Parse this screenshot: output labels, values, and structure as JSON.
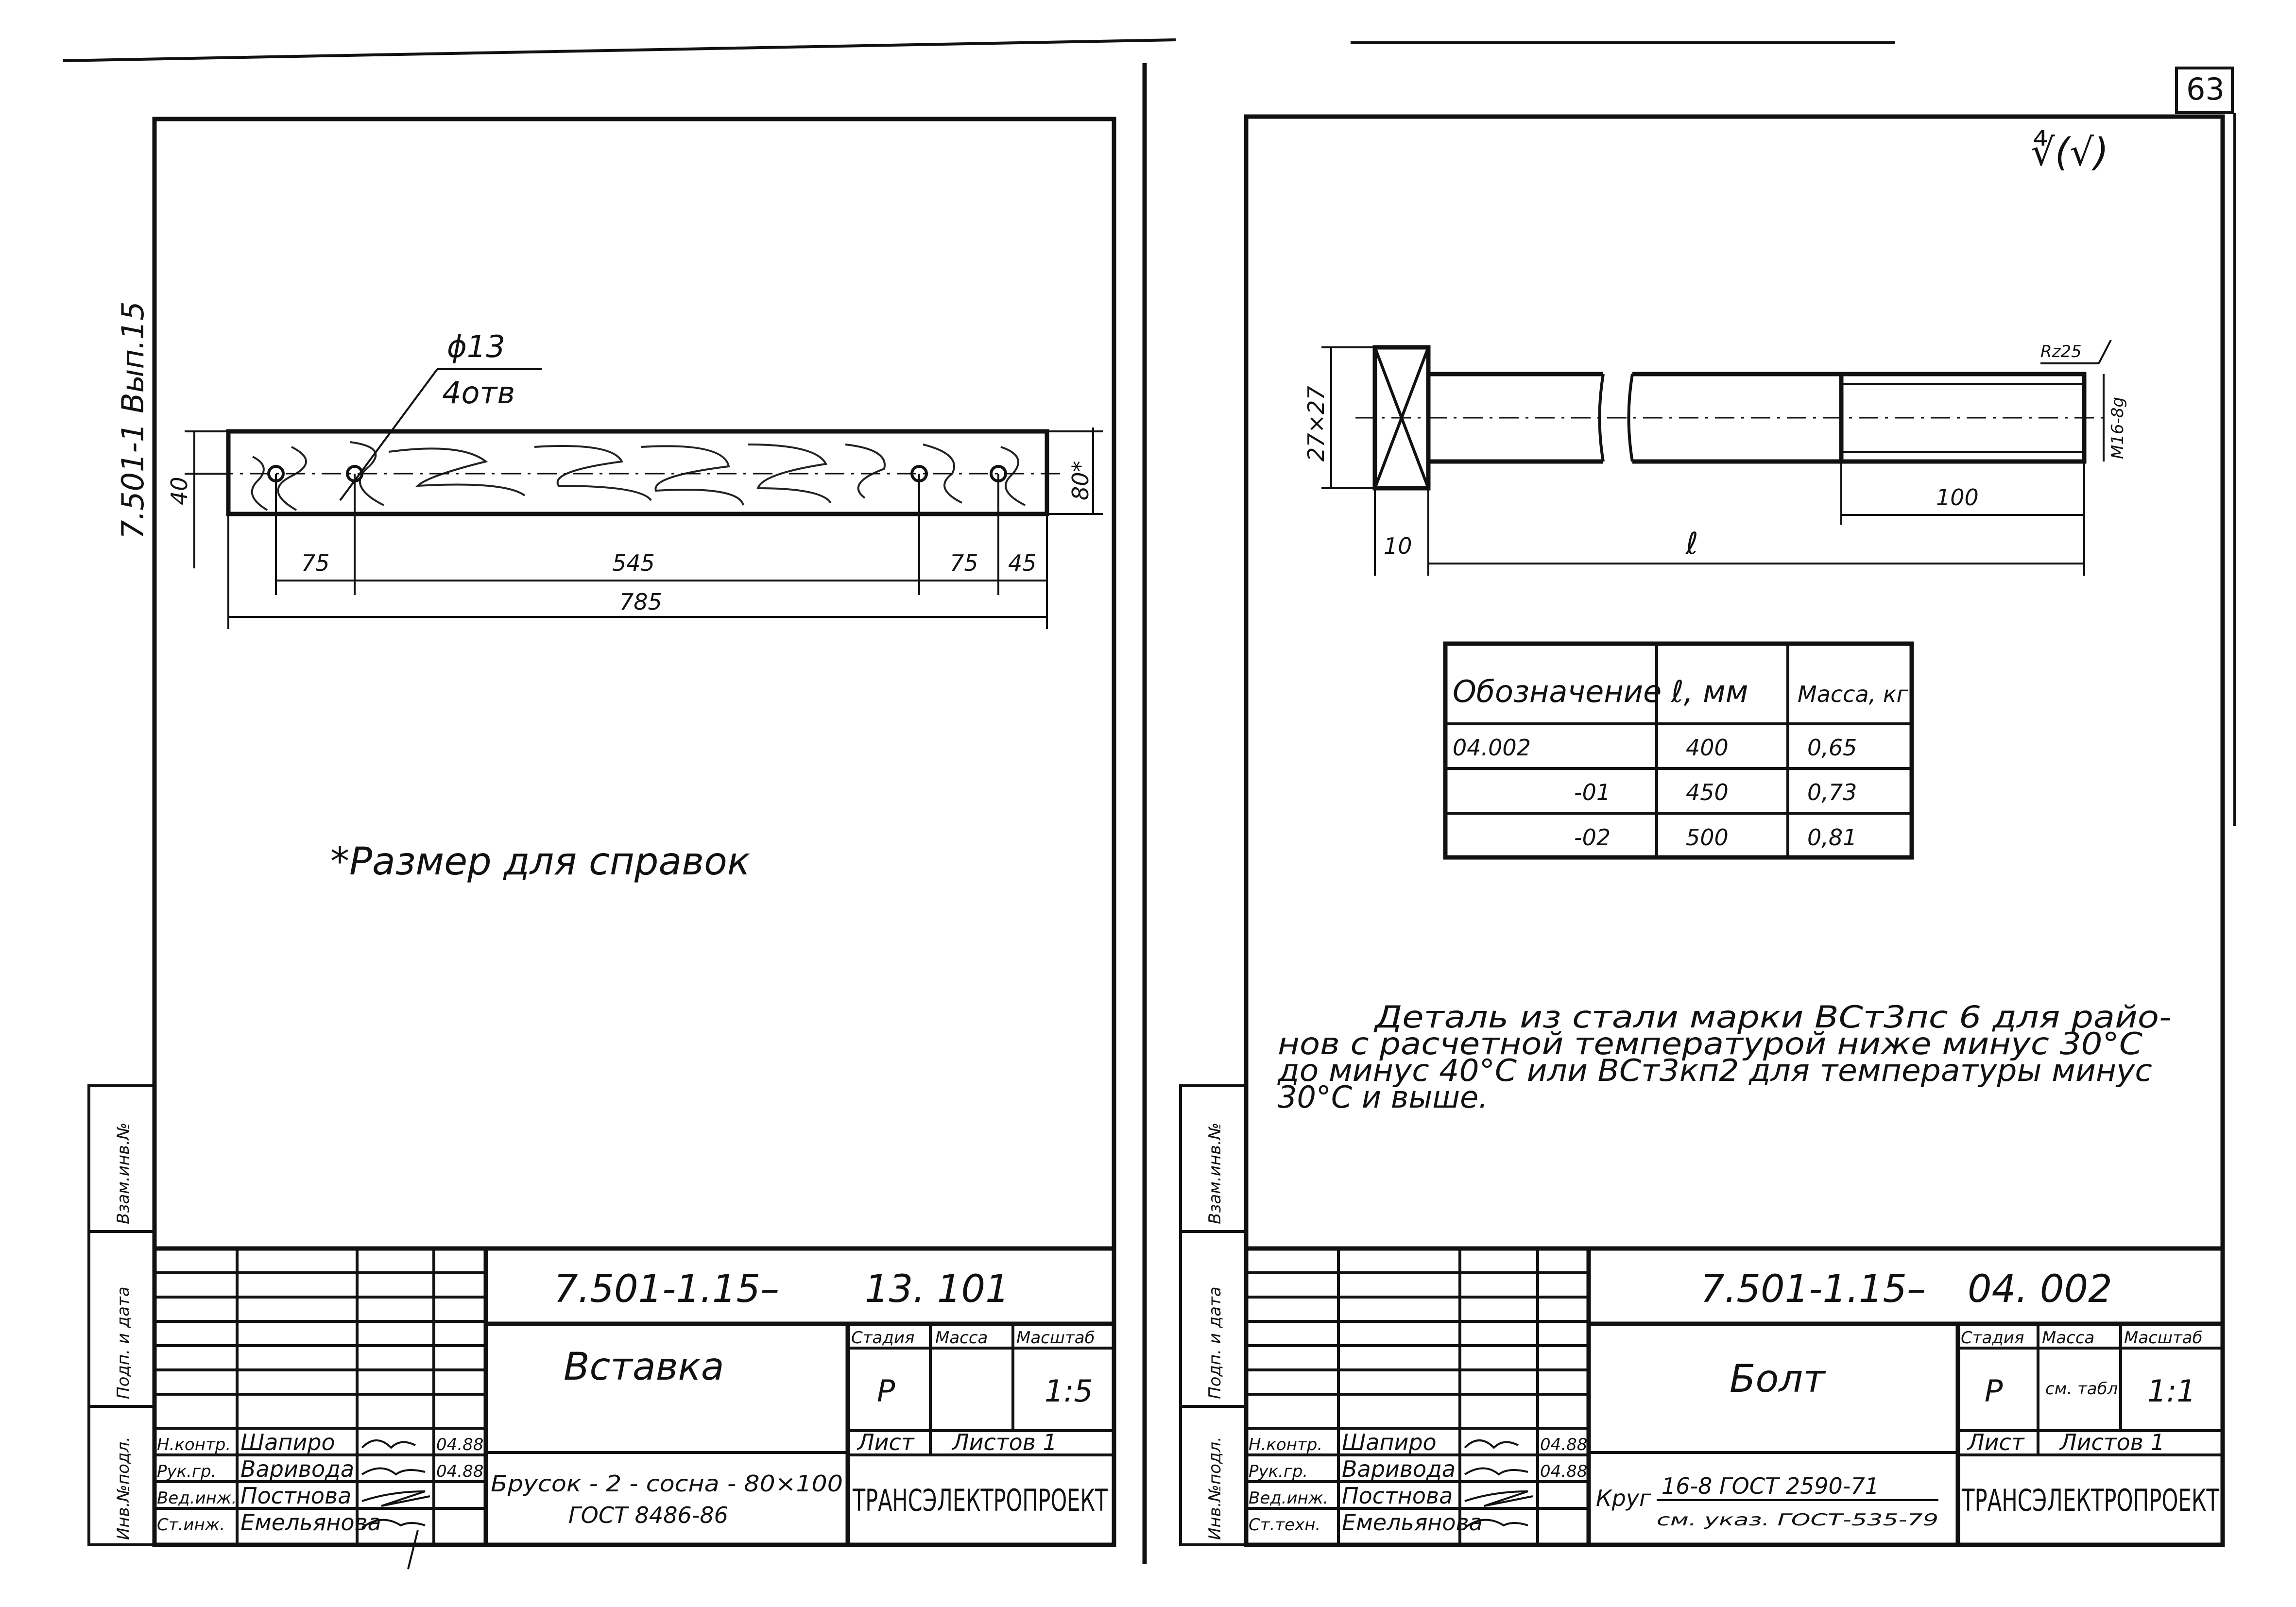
{
  "page_number": "63",
  "left_sheet": {
    "side_label": "7.501-1 Вып.15",
    "callout": {
      "hole_dia": "ϕ13",
      "hole_count": "4отв"
    },
    "dims": {
      "height": "40",
      "d75a": "75",
      "d545": "545",
      "d75b": "75",
      "d45": "45",
      "total": "785",
      "width_ref": "80*"
    },
    "note": "*Размер для справок",
    "title_block": {
      "doc_code": "7.501-1.15–",
      "part_no": "13. 101",
      "part_name": "Вставка",
      "material_line1": "Брусок - 2 - сосна - 80×100",
      "material_line2": "ГОСТ 8486-86",
      "hdr_stage": "Стадия",
      "hdr_mass": "Масса",
      "hdr_scale": "Масштаб",
      "stage": "Р",
      "mass": "",
      "scale": "1:5",
      "sheet": "Лист",
      "sheets": "Листов 1",
      "org": "ТРАНСЭЛЕКТРОПРОЕКТ",
      "roles": [
        "Н.контр.",
        "Рук.гр.",
        "Вед.инж.",
        "Ст.инж."
      ],
      "names": [
        "Шапиро",
        "Варивода",
        "Постнова",
        "Емельянова"
      ],
      "dates": [
        "04.88",
        "04.88",
        "",
        ""
      ],
      "side_stamps": [
        "Инв.№подл.",
        "Подп. и дата",
        "Взам.инв.№"
      ]
    }
  },
  "right_sheet": {
    "roughness_mark": "∜(√)",
    "dims": {
      "head": "27×27",
      "head_len": "10",
      "length": "ℓ",
      "thread_len": "100",
      "thread": "М16-8g",
      "roughness": "Rz25"
    },
    "table": {
      "headers": [
        "Обозначение",
        "ℓ, мм",
        "Масса, кг"
      ],
      "rows": [
        [
          "04.002",
          "400",
          "0,65"
        ],
        [
          "-01",
          "450",
          "0,73"
        ],
        [
          "-02",
          "500",
          "0,81"
        ]
      ]
    },
    "note_lines": [
      "Деталь из стали марки ВСт3пс 6 для райо-",
      "нов с расчетной температурой ниже минус 30°С",
      "до минус 40°С или ВСт3кп2 для температуры минус",
      "30°С и выше."
    ],
    "title_block": {
      "doc_code": "7.501-1.15–",
      "part_no": "04. 002",
      "part_name": "Болт",
      "material_prefix": "Круг",
      "material_line1": "16-8 ГОСТ 2590-71",
      "material_line2": "см. указ. ГОСТ-535-79",
      "hdr_stage": "Стадия",
      "hdr_mass": "Масса",
      "hdr_scale": "Масштаб",
      "stage": "Р",
      "mass": "см. табл.",
      "scale": "1:1",
      "sheet": "Лист",
      "sheets": "Листов 1",
      "org": "ТРАНСЭЛЕКТРОПРОЕКТ",
      "roles": [
        "Н.контр.",
        "Рук.гр.",
        "Вед.инж.",
        "Ст.техн."
      ],
      "names": [
        "Шапиро",
        "Варивода",
        "Постнова",
        "Емельянова"
      ],
      "dates": [
        "04.88",
        "04.88",
        "",
        ""
      ],
      "side_stamps": [
        "Инв.№подл.",
        "Подп. и дата",
        "Взам.инв.№"
      ]
    }
  }
}
